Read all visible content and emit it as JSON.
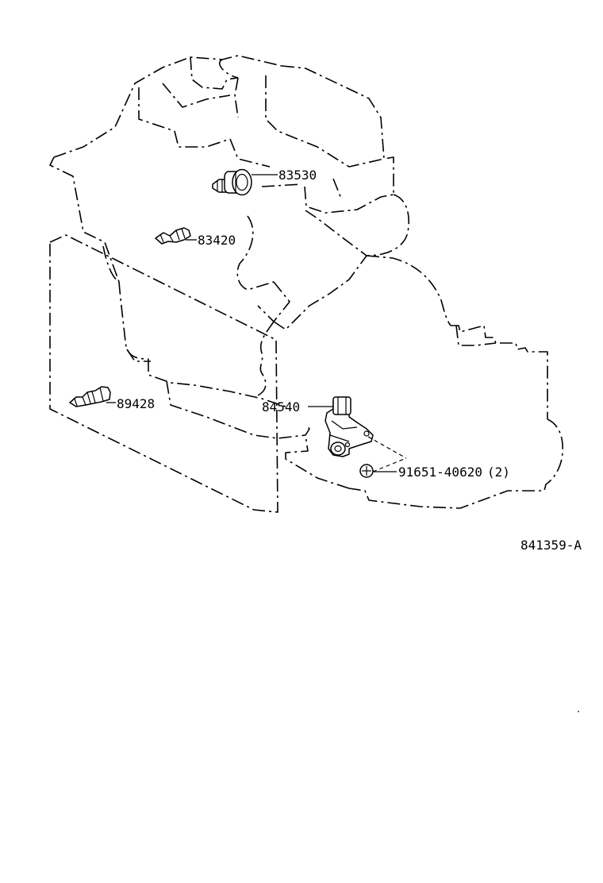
{
  "parts": {
    "oil_pressure_switch": "83530",
    "water_temp_sender": "83420",
    "water_temp_sensor": "89428",
    "neutral_start_switch": "84540",
    "bolt": "91651-40620",
    "bolt_qty": "(2)"
  },
  "diagram_id": "841359-A"
}
